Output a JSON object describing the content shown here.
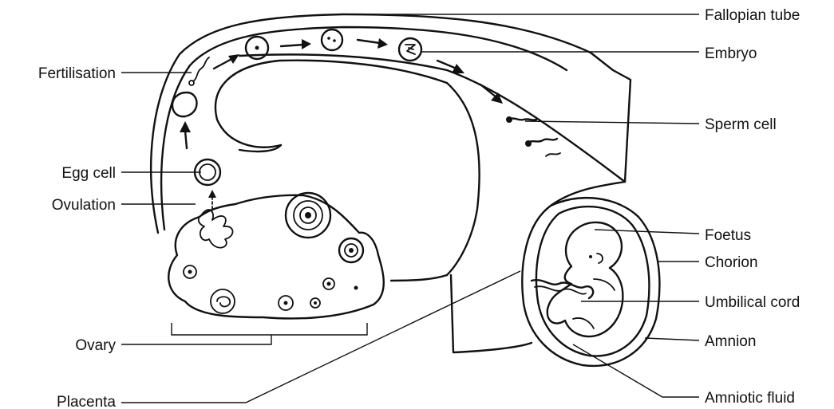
{
  "labels_left": {
    "fertilisation": "Fertilisation",
    "egg_cell": "Egg cell",
    "ovulation": "Ovulation",
    "ovary": "Ovary",
    "placenta": "Placenta"
  },
  "labels_right": {
    "fallopian_tube": "Fallopian tube",
    "embryo": "Embryo",
    "sperm_cell": "Sperm cell",
    "foetus": "Foetus",
    "chorion": "Chorion",
    "umbilical_cord": "Umbilical cord",
    "amnion": "Amnion",
    "amniotic_fluid": "Amniotic fluid"
  }
}
